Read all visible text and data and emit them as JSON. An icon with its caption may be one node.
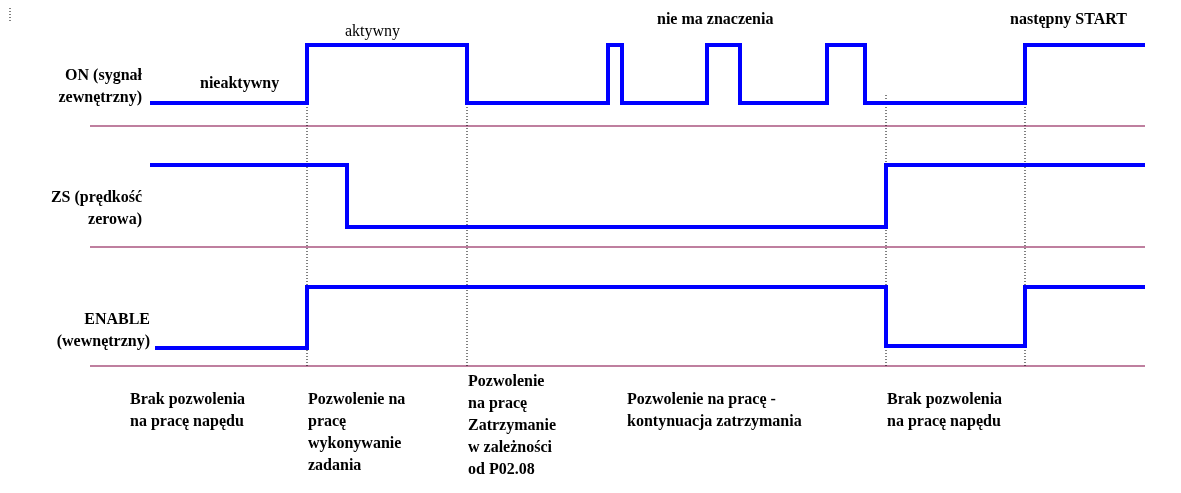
{
  "diagram": {
    "labels": [
      "aktywny",
      "nie ma znaczenia",
      "następny START",
      "ON (sygnał zewnętrzny)",
      "nieaktywny",
      "ZS (prędkość zerowa)",
      "ENABLE (wewnętrzny)",
      "Brak pozwolenia na pracę napędu",
      "Pozwolenie na pracę wykonywanie zadania",
      "Pozwolenie na pracę Zatrzymanie w zależności od P02.08",
      "Pozwolenie na pracę - kontynuacja zatrzymania",
      "Brak pozwolenia na pracę napędu"
    ]
  }
}
